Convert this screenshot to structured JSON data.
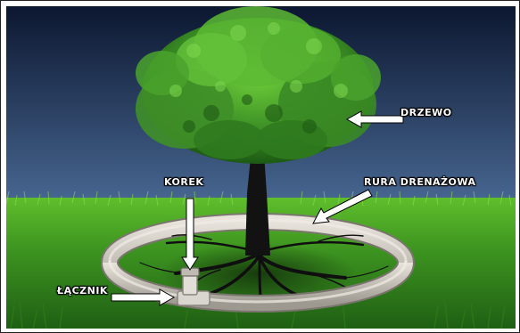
{
  "labels": {
    "drzewo": "DRZEWO",
    "rura": "RURA DRENAŻOWA",
    "korek": "KOREK",
    "lacznik": "ŁĄCZNIK"
  },
  "colors": {
    "sky_top": "#0e1a33",
    "sky_bottom": "#3f5f8c",
    "grass_dark": "#1f6a1a",
    "grass_light": "#5fbf2a",
    "foliage": "#3f8f2a",
    "trunk": "#111111",
    "pipe": "#cfcac2",
    "callout": "#ffffff"
  }
}
